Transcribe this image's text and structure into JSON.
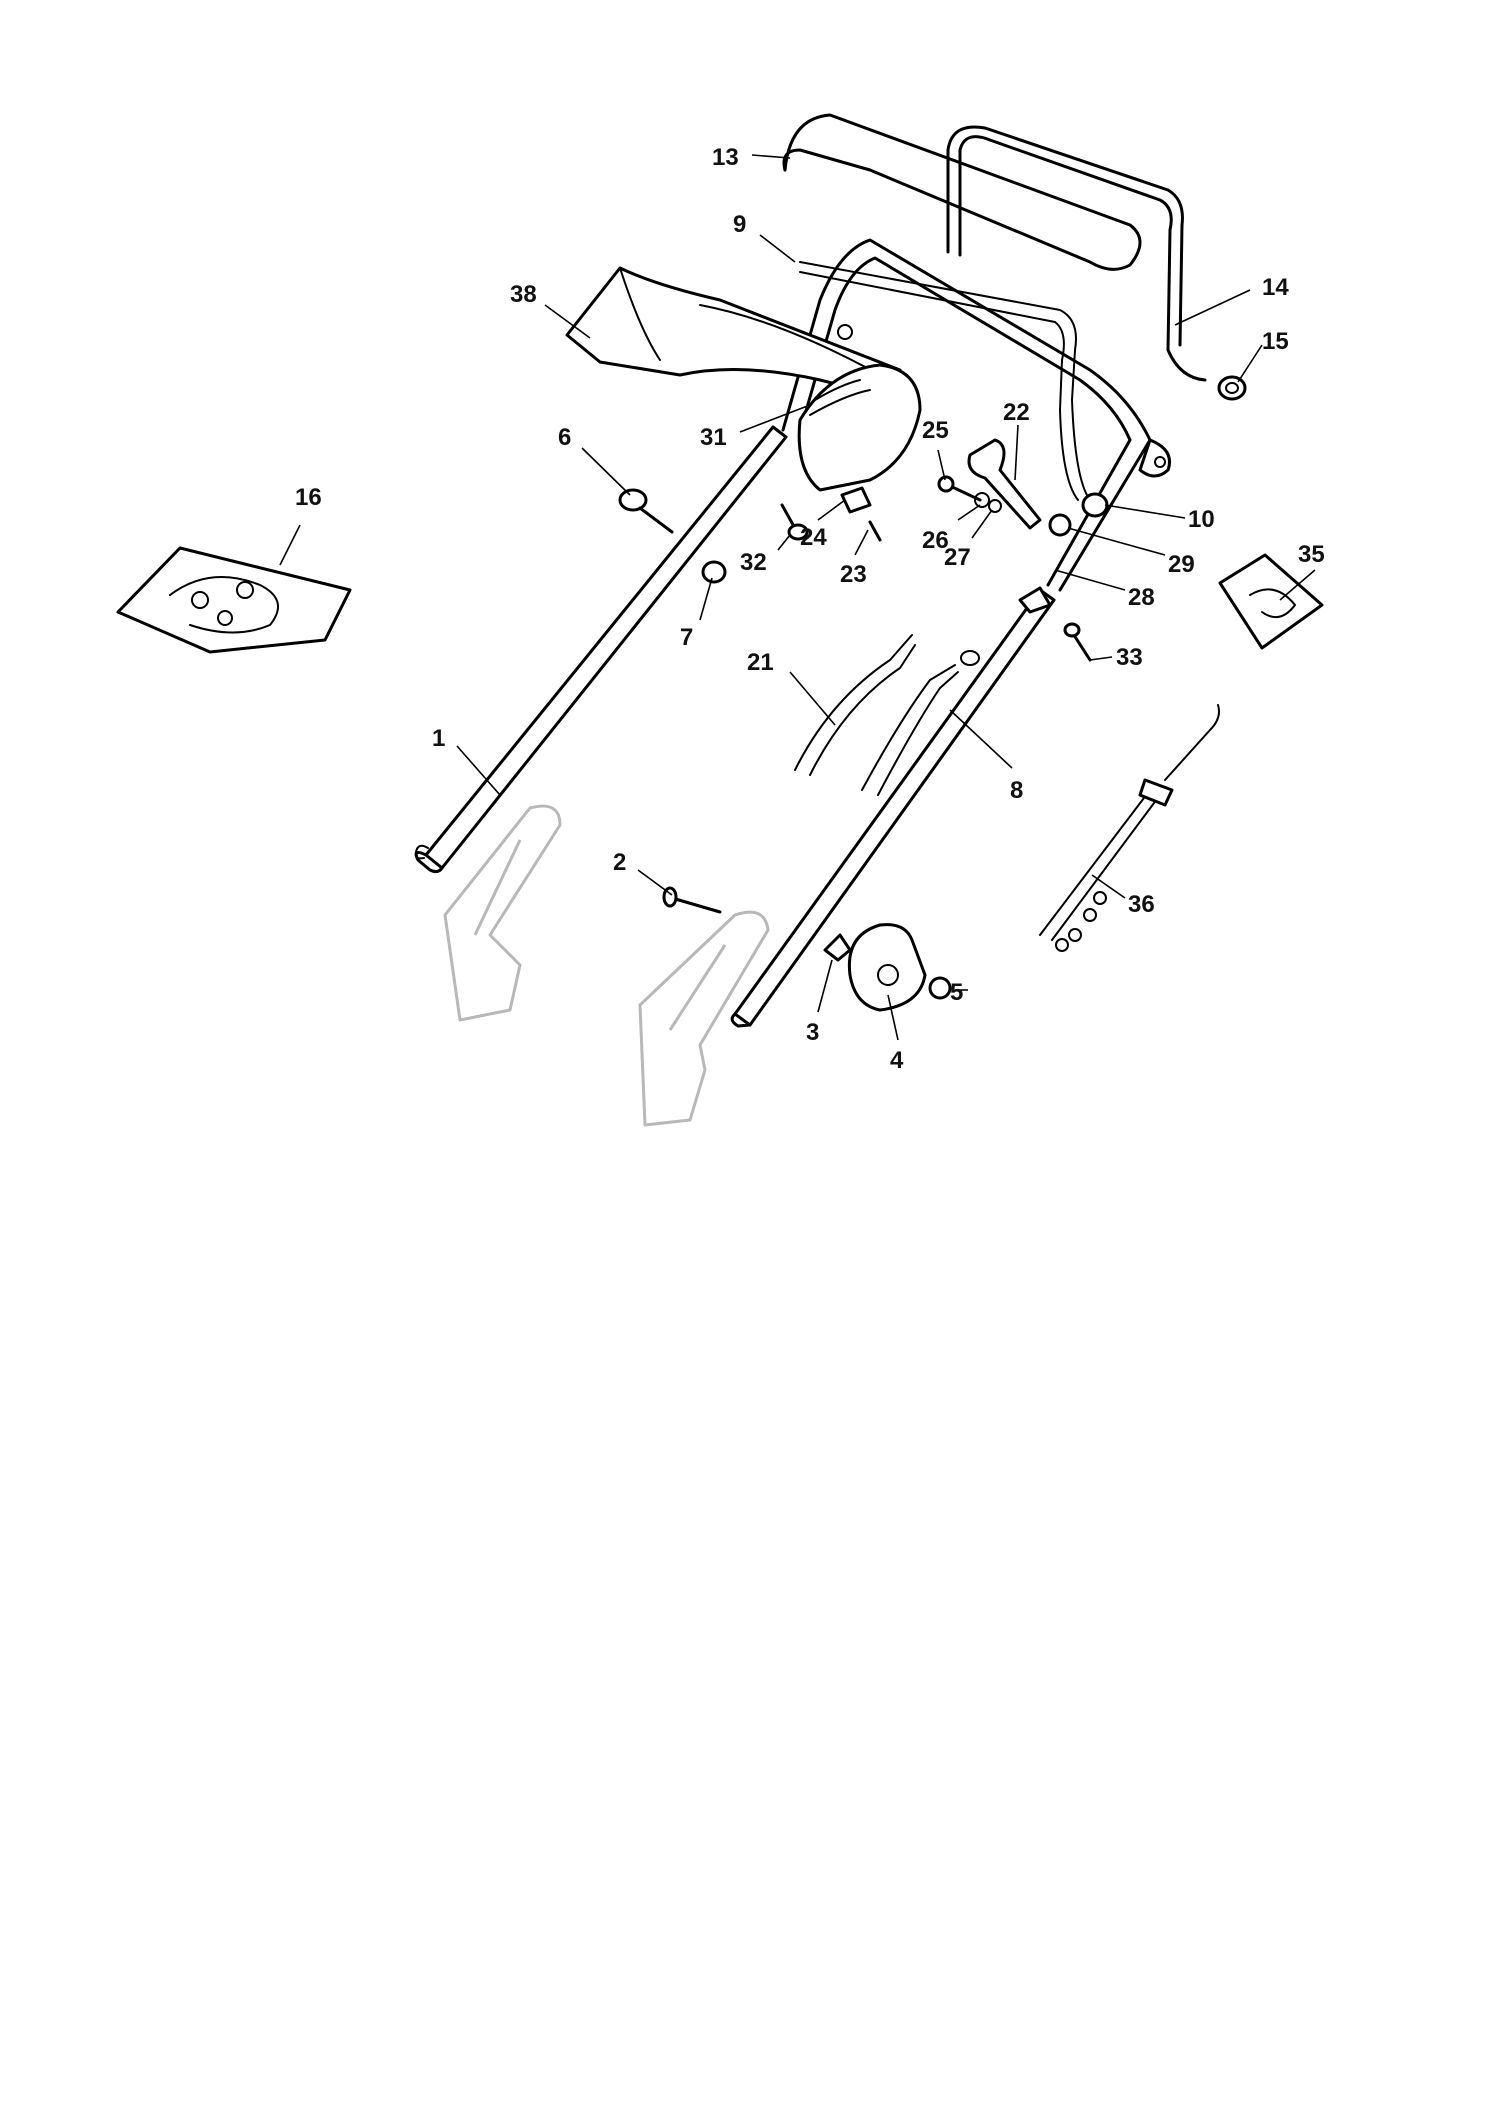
{
  "callouts": [
    {
      "label": "1"
    },
    {
      "label": "2"
    },
    {
      "label": "3"
    },
    {
      "label": "4"
    },
    {
      "label": "5"
    },
    {
      "label": "6"
    },
    {
      "label": "7"
    },
    {
      "label": "8"
    },
    {
      "label": "9"
    },
    {
      "label": "10"
    },
    {
      "label": "13"
    },
    {
      "label": "14"
    },
    {
      "label": "15"
    },
    {
      "label": "16"
    },
    {
      "label": "21"
    },
    {
      "label": "22"
    },
    {
      "label": "23"
    },
    {
      "label": "24"
    },
    {
      "label": "25"
    },
    {
      "label": "26"
    },
    {
      "label": "27"
    },
    {
      "label": "28"
    },
    {
      "label": "29"
    },
    {
      "label": "31"
    },
    {
      "label": "32"
    },
    {
      "label": "33"
    },
    {
      "label": "35"
    },
    {
      "label": "36"
    },
    {
      "label": "38"
    }
  ]
}
